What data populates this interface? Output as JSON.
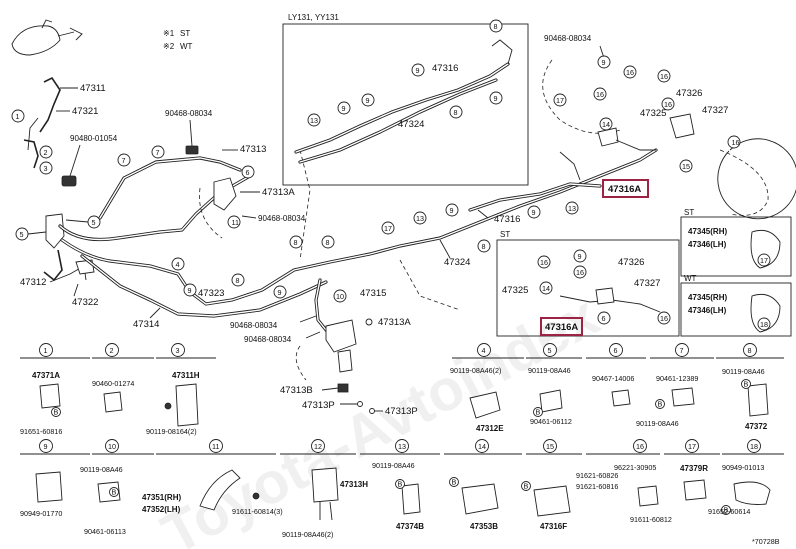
{
  "legend": [
    {
      "sym": "※1",
      "text": "ST"
    },
    {
      "sym": "※2",
      "text": "WT"
    }
  ],
  "watermark": "Toyota-Avtoindex",
  "figure_code": "*70728B",
  "labels": {
    "p47311": "47311",
    "p47321": "47321",
    "p90480": "90480-01054",
    "p47312": "47312",
    "p47322": "47322",
    "p47314": "47314",
    "p47323": "47323",
    "p90468a": "90468-08034",
    "p47313": "47313",
    "p47313a_top": "47313A",
    "p90468b": "90468-08034",
    "p90468c": "90468-08034",
    "p90468d": "90468-08034",
    "p47315": "47315",
    "p47313a_mid": "47313A",
    "p47324_main": "47324",
    "p47316_main": "47316",
    "p90468_right": "90468-08034",
    "p47326_right": "47326",
    "p47327_right": "47327",
    "p47325_right": "47325",
    "p47316a_main": "47316A",
    "ly_title": "LY131, YY131",
    "ly_47316": "47316",
    "ly_47324": "47324",
    "st_title": "ST",
    "st_47326": "47326",
    "st_47325": "47325",
    "st_47327": "47327",
    "st_47316a": "47316A",
    "st_side_title": "ST",
    "st_side_rh": "47345(RH)",
    "st_side_lh": "47346(LH)",
    "wt_side_title": "WT",
    "wt_side_rh": "47345(RH)",
    "wt_side_lh": "47346(LH)"
  },
  "legend_cells_top": [
    {
      "num": "1",
      "parts": [
        "47371A",
        "91651-60816"
      ]
    },
    {
      "num": "2",
      "parts": [
        "90460-01274"
      ]
    },
    {
      "num": "3",
      "parts": [
        "47311H",
        "90119-08164(2)"
      ]
    },
    {
      "num": "4",
      "parts": [
        "90119-08A46(2)",
        "47312E"
      ]
    },
    {
      "num": "5",
      "parts": [
        "90119-08A46",
        "90461-06112"
      ]
    },
    {
      "num": "6",
      "parts": [
        "90467-14006"
      ]
    },
    {
      "num": "7",
      "parts": [
        "90461-12389",
        "90119-08A46"
      ]
    },
    {
      "num": "8",
      "parts": [
        "90119-08A46",
        "47372"
      ]
    }
  ],
  "legend_cells_bottom": [
    {
      "num": "9",
      "parts": [
        "90949-01770"
      ]
    },
    {
      "num": "10",
      "parts": [
        "90119-08A46",
        "90461-06113"
      ]
    },
    {
      "num": "11",
      "parts": [
        "47351(RH)",
        "47352(LH)",
        "91611-60814(3)"
      ]
    },
    {
      "num": "12",
      "parts": [
        "47313H",
        "90119-08A46(2)"
      ]
    },
    {
      "num": "13",
      "parts": [
        "90119-08A46",
        "47374B"
      ]
    },
    {
      "num": "14",
      "parts": [
        "47353B"
      ]
    },
    {
      "num": "15",
      "parts": [
        "91621-60826",
        "91621-60816",
        "47316F"
      ]
    },
    {
      "num": "16",
      "parts": [
        "96221-30905",
        "91611-60812"
      ]
    },
    {
      "num": "17",
      "parts": [
        "47379R"
      ]
    },
    {
      "num": "18",
      "parts": [
        "90949-01013",
        "91652-60614"
      ]
    }
  ],
  "bolt_labels": {
    "p47313b": "47313B",
    "p47313p_a": "47313P",
    "p47313p_b": "47313P"
  }
}
